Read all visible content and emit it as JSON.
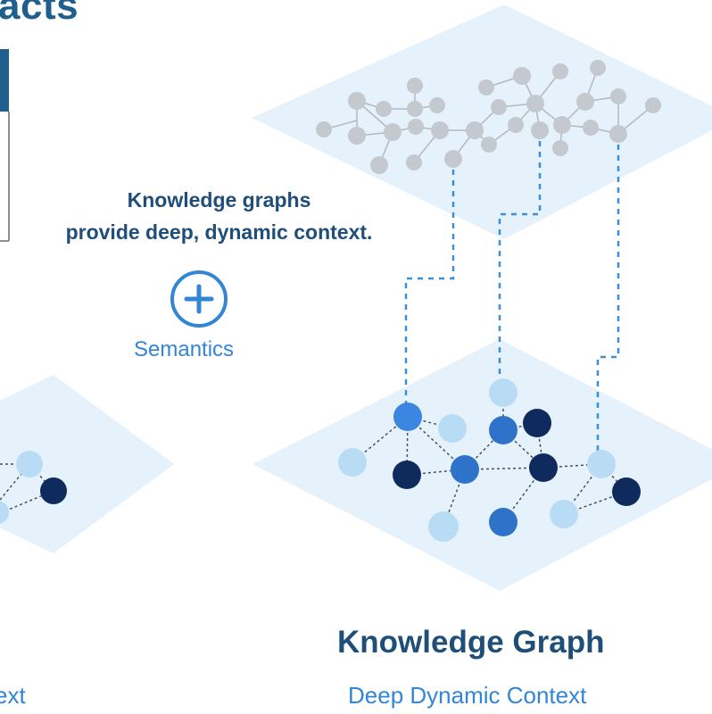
{
  "slide": {
    "title_fragment": "acts"
  },
  "center": {
    "caption_line1": "Knowledge graphs",
    "caption_line2": "provide deep, dynamic context.",
    "plus_icon": "plus-circle-icon",
    "semantics_label": "Semantics"
  },
  "knowledge_graph": {
    "heading": "Knowledge Graph",
    "subheading": "Deep Dynamic Context"
  },
  "left_panel": {
    "bottom_label_fragment": "ext"
  },
  "colors": {
    "title_blue": "#1e5f8e",
    "heading_navy": "#1f4e79",
    "accent_blue": "#3385d6",
    "plane_fill": "#e6f2fb",
    "gray_node": "#c4c9cf",
    "node_navy": "#0f2a5c",
    "node_mid": "#2e73c9",
    "node_light": "#b9dcf5"
  }
}
